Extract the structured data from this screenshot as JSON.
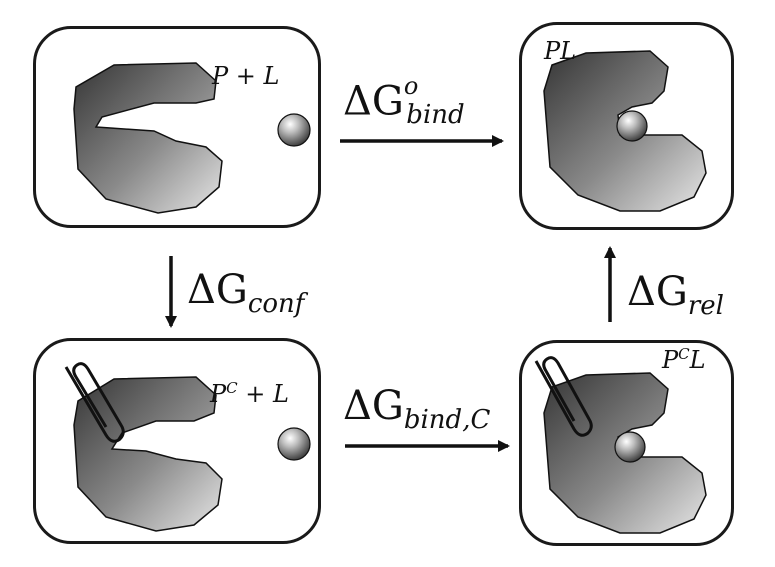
{
  "states": {
    "top_left": {
      "label_main": "P + L",
      "label_sup": "",
      "label_tail": ""
    },
    "top_right": {
      "label_main": "PL",
      "label_sup": "",
      "label_tail": ""
    },
    "bottom_left": {
      "label_main": "P",
      "label_sup": "C",
      "label_tail": " + L"
    },
    "bottom_right": {
      "label_main": "P",
      "label_sup": "C",
      "label_tail": "L"
    }
  },
  "transitions": {
    "bind": {
      "delta": "ΔG",
      "sub": "bind",
      "sup": "o"
    },
    "conf": {
      "delta": "ΔG",
      "sub": "conf",
      "sup": ""
    },
    "rel": {
      "delta": "ΔG",
      "sub": "rel",
      "sup": ""
    },
    "bind_conf": {
      "delta": "ΔG",
      "sub": "bind,C",
      "sup": ""
    }
  },
  "colors": {
    "outline": "#1a1a1a",
    "shape_dark": "#3a3a3a",
    "shape_light": "#e0e0e0"
  }
}
